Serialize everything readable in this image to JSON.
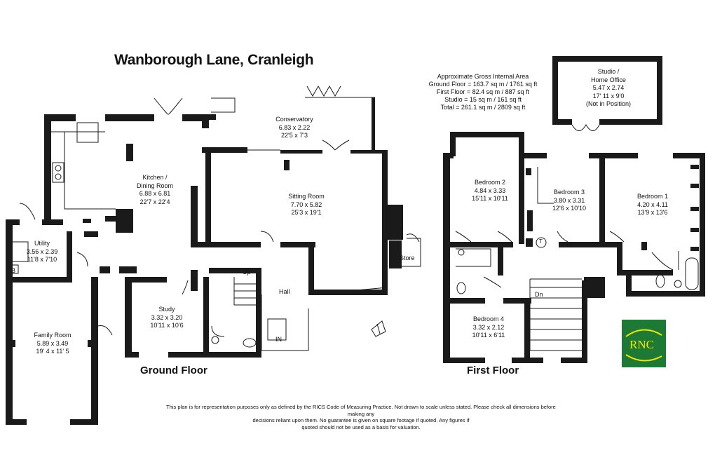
{
  "title": "Wanborough Lane, Cranleigh",
  "area": {
    "heading": "Approximate Gross Internal Area",
    "ground": "Ground Floor = 163.7 sq m / 1761 sq ft",
    "first": "First Floor = 82.4 sq m / 887 sq ft",
    "studio": "Studio = 15 sq m / 161 sq ft",
    "total": "Total = 261.1 sq m / 2809 sq ft"
  },
  "floors": {
    "ground": "Ground Floor",
    "first": "First Floor"
  },
  "rooms": {
    "conservatory": {
      "name": "Conservatory",
      "metric": "6.83 x 2.22",
      "imperial": "22'5 x 7'3"
    },
    "kitchen": {
      "name1": "Kitchen /",
      "name2": "Dining Room",
      "metric": "6.88 x 6.81",
      "imperial": "22'7 x 22'4"
    },
    "sitting": {
      "name": "Sitting Room",
      "metric": "7.70 x 5.82",
      "imperial": "25'3 x 19'1"
    },
    "utility": {
      "name": "Utility",
      "metric": "3.56 x 2.39",
      "imperial": "11'8 x 7'10"
    },
    "study": {
      "name": "Study",
      "metric": "3.32 x 3.20",
      "imperial": "10'11 x 10'6"
    },
    "family": {
      "name": "Family Room",
      "metric": "5.89 x 3.49",
      "imperial": "19' 4 x 11' 5"
    },
    "bed1": {
      "name": "Bedroom 1",
      "metric": "4.20 x 4.11",
      "imperial": "13'9 x 13'6"
    },
    "bed2": {
      "name": "Bedroom 2",
      "metric": "4.84 x 3.33",
      "imperial": "15'11 x 10'11"
    },
    "bed3": {
      "name": "Bedroom 3",
      "metric": "3.80 x 3.31",
      "imperial": "12'6 x 10'10"
    },
    "bed4": {
      "name": "Bedroom 4",
      "metric": "3.32 x 2.12",
      "imperial": "10'11 x 6'11"
    },
    "studio": {
      "name1": "Studio /",
      "name2": "Home Office",
      "metric": "5.47 x 2.74",
      "imperial": "17' 11 x 9'0",
      "note": "(Not in Position)"
    }
  },
  "labels": {
    "store": "Store",
    "hall": "Hall",
    "up": "Up",
    "dn": "Dn",
    "in": "IN",
    "boiler": "B",
    "tank": "T"
  },
  "logo": {
    "text": "RNC",
    "color": "#1d7a34",
    "accent": "#f2e600"
  },
  "disclaimer": {
    "line1": "This plan is for representation purposes only as defined by the RICS Code of Measuring Practice. Not drawn to scale unless stated. Please check all dimensions before making any",
    "line2": "decisions reliant upon them. No guarantee is given on square footage if quoted. Any figures if",
    "line3": "quoted should not be used as a basis for valuation."
  }
}
